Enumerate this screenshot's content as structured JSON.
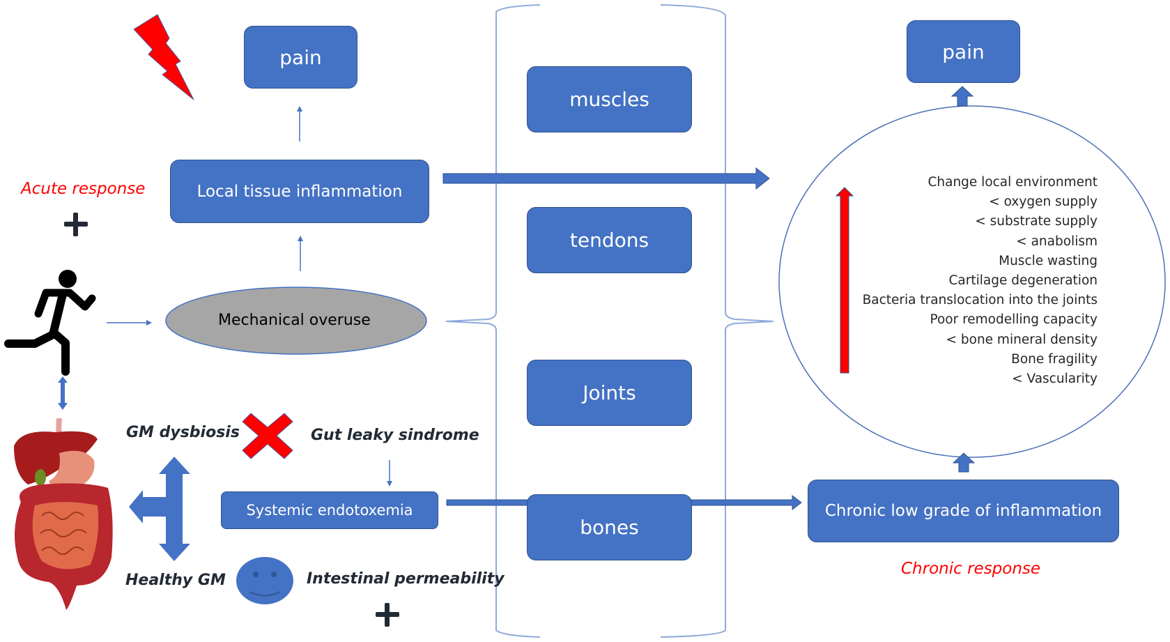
{
  "acute": {
    "response_label": "Acute response",
    "pain_label": "pain",
    "local_inflammation_label": "Local tissue inflammation",
    "mechanical_overuse_label": "Mechanical overuse"
  },
  "tissues": {
    "items": [
      {
        "label": "muscles"
      },
      {
        "label": "tendons"
      },
      {
        "label": "Joints"
      },
      {
        "label": "bones"
      }
    ]
  },
  "gut": {
    "dysbiosis_label": "GM dysbiosis",
    "leaky_label": "Gut leaky sindrome",
    "endotoxemia_label": "Systemic endotoxemia",
    "healthy_label": "Healthy GM",
    "permeability_label": "Intestinal permeability"
  },
  "chronic": {
    "pain_label": "pain",
    "inflammation_label": "Chronic low grade of inflammation",
    "response_label": "Chronic response",
    "effects": [
      "Change local environment",
      "< oxygen supply",
      "< substrate supply",
      "< anabolism",
      "Muscle wasting",
      "Cartilage degeneration",
      "Bacteria translocation into the joints",
      "Poor remodelling  capacity",
      "< bone mineral  density",
      "Bone fragility",
      "< Vascularity"
    ]
  },
  "icons": {
    "lightning": "lightning-bolt-icon",
    "runner": "running-person-icon",
    "gut": "digestive-system-icon",
    "cross": "red-cross-icon",
    "smiley": "smiley-face-icon",
    "plus": "plus-icon"
  },
  "colors": {
    "box_fill": "#4472c4",
    "box_border": "#2f528f",
    "accent_red": "#ff0000",
    "ellipse_fill": "#a6a6a6",
    "text_dark": "#222a35"
  }
}
